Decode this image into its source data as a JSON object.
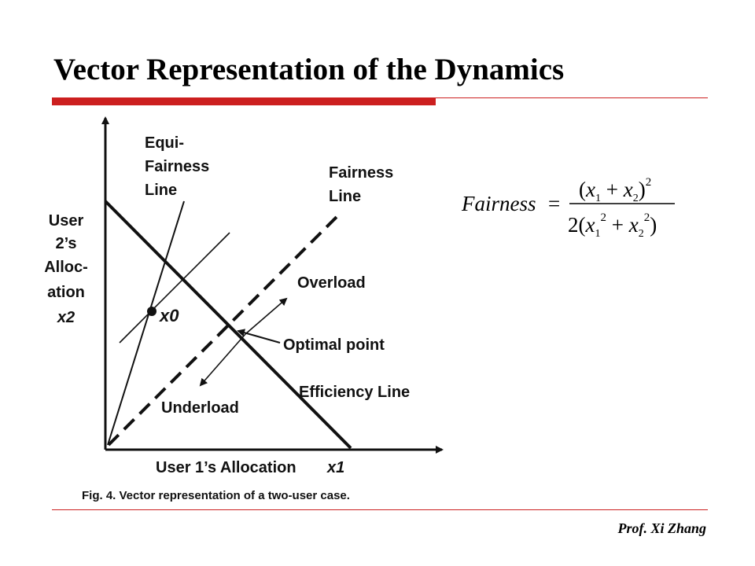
{
  "slide": {
    "title": "Vector Representation of the Dynamics",
    "footer": "Prof. Xi Zhang",
    "accent_color": "#cc1f1f"
  },
  "diagram": {
    "y_axis_label": [
      "User",
      "2’s",
      "Alloc-",
      "ation",
      "x2"
    ],
    "x_axis_label": "User 1’s Allocation",
    "x_axis_symbol": "x1",
    "equi_fairness_label": [
      "Equi-",
      "Fairness",
      "Line"
    ],
    "fairness_label": [
      "Fairness",
      "Line"
    ],
    "overload_label": "Overload",
    "underload_label": "Underload",
    "optimal_label": "Optimal point",
    "efficiency_label": "Efficiency Line",
    "point_label": "x0",
    "caption": "Fig. 4. Vector representation of a two-user case."
  },
  "formula": {
    "lhs": "Fairness",
    "equals": "=",
    "numerator": "(x1 + x2)^2",
    "denominator": "2(x1^2 + x2^2)"
  }
}
